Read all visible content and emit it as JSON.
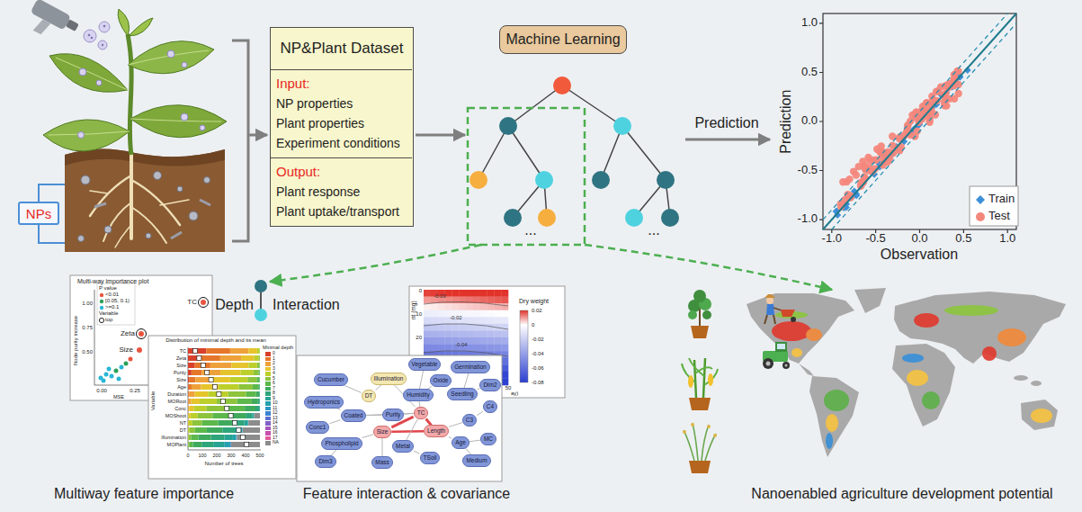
{
  "diagram": {
    "nodes": [
      {
        "text": [
          "NPs"
        ]
      },
      {
        "text": [
          "NP&Plant Dataset"
        ]
      },
      {
        "text": [
          "Input:",
          "NP properties",
          "Plant properties",
          "Experiment conditions"
        ],
        "in": 1
      },
      {
        "text": [
          "Output:",
          "Plant response",
          "Plant uptake/transport"
        ],
        "in": 1
      },
      {
        "text": [
          "Machine Learning"
        ]
      },
      {
        "text": [
          "Vegetable"
        ]
      },
      {
        "text": [
          "Germination"
        ]
      },
      {
        "text": [
          "Oxide"
        ]
      },
      {
        "text": [
          "Cucumber"
        ]
      },
      {
        "text": [
          "Illumination"
        ]
      },
      {
        "text": [
          "DT"
        ]
      },
      {
        "text": [
          "Humidity"
        ]
      },
      {
        "text": [
          "Seedling"
        ]
      },
      {
        "text": [
          "Dim2"
        ]
      },
      {
        "text": [
          "Hydroponics"
        ]
      },
      {
        "text": [
          "C4"
        ]
      },
      {
        "text": [
          "Coated"
        ]
      },
      {
        "text": [
          "Purity"
        ]
      },
      {
        "text": [
          "TC"
        ]
      },
      {
        "text": [
          "C3"
        ]
      },
      {
        "text": [
          "Conc1"
        ]
      },
      {
        "text": [
          "Size"
        ]
      },
      {
        "text": [
          "Length"
        ]
      },
      {
        "text": [
          "Phospholipid"
        ]
      },
      {
        "text": [
          "Metal"
        ]
      },
      {
        "text": [
          "Age"
        ]
      },
      {
        "text": [
          "MC"
        ]
      },
      {
        "text": [
          "Dim3"
        ]
      },
      {
        "text": [
          "Mass"
        ]
      },
      {
        "text": [
          "TSoil"
        ]
      },
      {
        "text": [
          "Medium"
        ]
      }
    ],
    "edges": [
      {
        "from": 18,
        "to": 22,
        "arrow": "none"
      },
      {
        "from": 18,
        "to": 21,
        "arrow": "none"
      },
      {
        "from": 21,
        "to": 22,
        "arrow": "none"
      },
      {
        "from": 18,
        "to": 17,
        "arrow": "none"
      },
      {
        "from": 18,
        "to": 11,
        "arrow": "none"
      },
      {
        "from": 18,
        "to": 24,
        "arrow": "none"
      },
      {
        "from": 18,
        "to": 16,
        "arrow": "none"
      },
      {
        "from": 18,
        "to": 9,
        "arrow": "none"
      },
      {
        "from": 11,
        "to": 5,
        "arrow": "none"
      },
      {
        "from": 6,
        "to": 12,
        "arrow": "none"
      },
      {
        "from": 22,
        "to": 25,
        "arrow": "none"
      },
      {
        "from": 22,
        "to": 19,
        "arrow": "none"
      },
      {
        "from": 21,
        "to": 23,
        "arrow": "none"
      },
      {
        "from": 21,
        "to": 28,
        "arrow": "none"
      },
      {
        "from": 10,
        "to": 9,
        "arrow": "none"
      },
      {
        "from": 10,
        "to": 8,
        "arrow": "none"
      },
      {
        "from": 14,
        "to": 16,
        "arrow": "none"
      },
      {
        "from": 20,
        "to": 16,
        "arrow": "none"
      },
      {
        "from": 24,
        "to": 29,
        "arrow": "none"
      },
      {
        "from": 25,
        "to": 26,
        "arrow": "none"
      },
      {
        "from": 30,
        "to": 25,
        "arrow": "none"
      },
      {
        "from": 27,
        "to": 23,
        "arrow": "none"
      },
      {
        "from": 7,
        "to": 11,
        "arrow": "none"
      },
      {
        "from": 13,
        "to": 12,
        "arrow": "none"
      },
      {
        "from": 15,
        "to": 19,
        "arrow": "none"
      },
      {
        "from": 17,
        "to": 16,
        "arrow": "none"
      }
    ],
    "labels": [
      "Prediction",
      "1.0",
      "0.5",
      "0.0",
      "-0.5",
      "-1.0",
      "-1.0",
      "-0.5",
      "0.0",
      "0.5",
      "1.0",
      "Prediction",
      "Observation",
      "Depth",
      "Interaction",
      "Multiway feature importance",
      "Feature interaction & covariance",
      "Nanoenabled agriculture development potential",
      "Multi-way importance plot",
      "P value",
      "Variable",
      "TC",
      "Zeta",
      "Size",
      "Node purity increase",
      "1.00",
      "0.75",
      "0.50",
      "0.00",
      "0.25",
      "MSE",
      "Distribution of minimal depth and its mean",
      "TC",
      "Zeta",
      "Size",
      "Purity",
      "Size",
      "Age",
      "Duration",
      "MORoot",
      "Conc",
      "MOShoot",
      "NT",
      "DT",
      "Illumination",
      "MOPlant",
      "Variable",
      "Number of trees",
      "0",
      "100",
      "200",
      "300",
      "400",
      "500",
      "Minimal depth",
      "Dry weight",
      "0.02",
      "0",
      "-0.02",
      "-0.04",
      "-0.06",
      "-0.08",
      "nt (mg)",
      "ay)",
      "0",
      "10",
      "20",
      "50",
      "-0.03",
      "-0.02",
      "-0.04",
      "...",
      "..."
    ],
    "legend": [
      {
        "text": "Train"
      },
      {
        "text": "Test"
      },
      {
        "text": "<0.01"
      },
      {
        "text": "[0.05, 0.1)"
      },
      {
        "text": ">=0.1"
      },
      {
        "text": "top"
      },
      {
        "text": "0",
        "color": "#d7402b"
      },
      {
        "text": "1",
        "color": "#e5762a"
      },
      {
        "text": "2",
        "color": "#eea13a"
      },
      {
        "text": "3",
        "color": "#e6c42c"
      },
      {
        "text": "4",
        "color": "#bccf2a"
      },
      {
        "text": "5",
        "color": "#8dc43c"
      },
      {
        "text": "6",
        "color": "#5cb84a"
      },
      {
        "text": "7",
        "color": "#3faa5d"
      },
      {
        "text": "8",
        "color": "#2ea57a"
      },
      {
        "text": "9",
        "color": "#27a394"
      },
      {
        "text": "10",
        "color": "#25a0ad"
      },
      {
        "text": "11",
        "color": "#2b95c4"
      },
      {
        "text": "12",
        "color": "#3b82d0"
      },
      {
        "text": "13",
        "color": "#5a6fd0"
      },
      {
        "text": "14",
        "color": "#8060c8"
      },
      {
        "text": "15",
        "color": "#a454bf"
      },
      {
        "text": "16",
        "color": "#c94fae"
      },
      {
        "text": "17",
        "color": "#e05a9a"
      },
      {
        "text": "NA",
        "color": "#8c8c8c"
      }
    ]
  }
}
